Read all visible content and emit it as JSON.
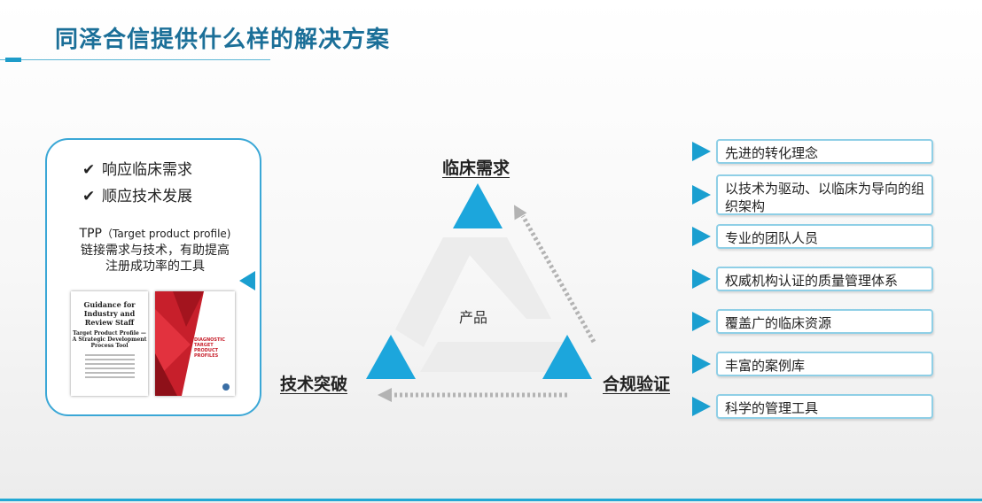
{
  "header": {
    "title": "同泽合信提供什么样的解决方案"
  },
  "left_panel": {
    "checks": [
      "响应临床需求",
      "顺应技术发展"
    ],
    "tpp_line1": "TPP",
    "tpp_line1_small": "（Target product profile)",
    "tpp_line2": "链接需求与技术，有助提高",
    "tpp_line3": "注册成功率的工具",
    "doc1": {
      "title": "Guidance for Industry and Review Staff",
      "subtitle": "Target Product Profile — A Strategic Development Process Tool"
    },
    "doc2": {
      "title": "DIAGNOSTIC TARGET PRODUCT PROFILES"
    }
  },
  "diagram": {
    "top": "临床需求",
    "left": "技术突破",
    "right": "合规验证",
    "center": "产品",
    "accent": "#1a9fd0"
  },
  "features": [
    "先进的转化理念",
    "以技术为驱动、以临床为导向的组织架构",
    "专业的团队人员",
    "权威机构认证的质量管理体系",
    "覆盖广的临床资源",
    "丰富的案例库",
    "科学的管理工具"
  ]
}
